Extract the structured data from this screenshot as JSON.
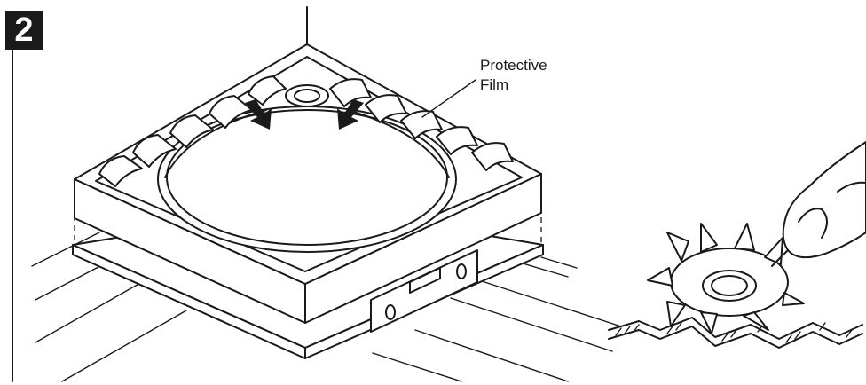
{
  "figure": {
    "step_number": "2",
    "callout": {
      "line1": "Protective",
      "line2": "Film"
    }
  },
  "icons": {
    "spirit_level": "spirit-level-icon",
    "hand": "hand-icon",
    "arrows": "arrow-down-icon"
  },
  "colors": {
    "ink": "#1a1a1a",
    "paper": "#ffffff"
  }
}
